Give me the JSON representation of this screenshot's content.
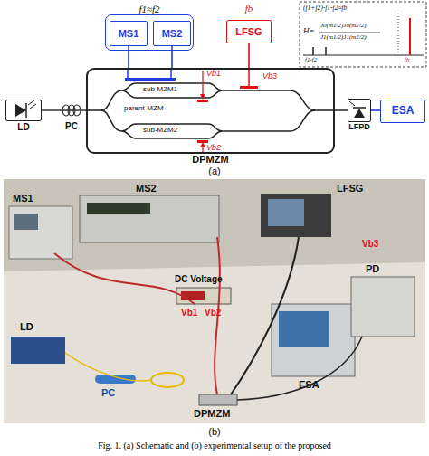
{
  "diagram": {
    "caption": "Fig. 1. (a) Schematic and (b) experimental setup of the proposed",
    "nodes": [
      {
        "text": [
          "f1≈f2"
        ]
      },
      {
        "text": [
          "MS1"
        ],
        "in": 0
      },
      {
        "text": [
          "MS2"
        ],
        "in": 0
      },
      {
        "text": [
          "LFSG"
        ]
      },
      {
        "text": [
          "LD"
        ]
      },
      {
        "text": [
          "DPMZM"
        ]
      },
      {
        "text": [
          "LFPD"
        ]
      },
      {
        "text": [
          "ESA"
        ]
      }
    ],
    "edges": [
      {
        "from": 1,
        "to": 5,
        "arrow": "none"
      },
      {
        "from": 2,
        "to": 5,
        "arrow": "none"
      },
      {
        "from": 3,
        "to": 5,
        "arrow": "none"
      },
      {
        "from": 4,
        "to": 5,
        "arrow": "none"
      },
      {
        "from": 5,
        "to": 6,
        "arrow": "none"
      },
      {
        "from": 6,
        "to": 7,
        "arrow": "none"
      }
    ],
    "labels": [
      "fb",
      "PC",
      "parent-MZM",
      "sub-MZM1",
      "sub-MZM2",
      "Vb1",
      "Vb2",
      "Vb3",
      "(f1+f2)-f1-f2≈fb",
      "H=",
      "J0(m1/2)J0(m2/2)",
      "J1(m1/2)J1(m2/2)",
      "f1-f2",
      "fb",
      "(a)",
      "MS1",
      "MS2",
      "LFSG",
      "Vb3",
      "DC Voltage",
      "Vb1",
      "Vb2",
      "LD",
      "PC",
      "DPMZM",
      "PD",
      "ESA",
      "(b)"
    ]
  }
}
